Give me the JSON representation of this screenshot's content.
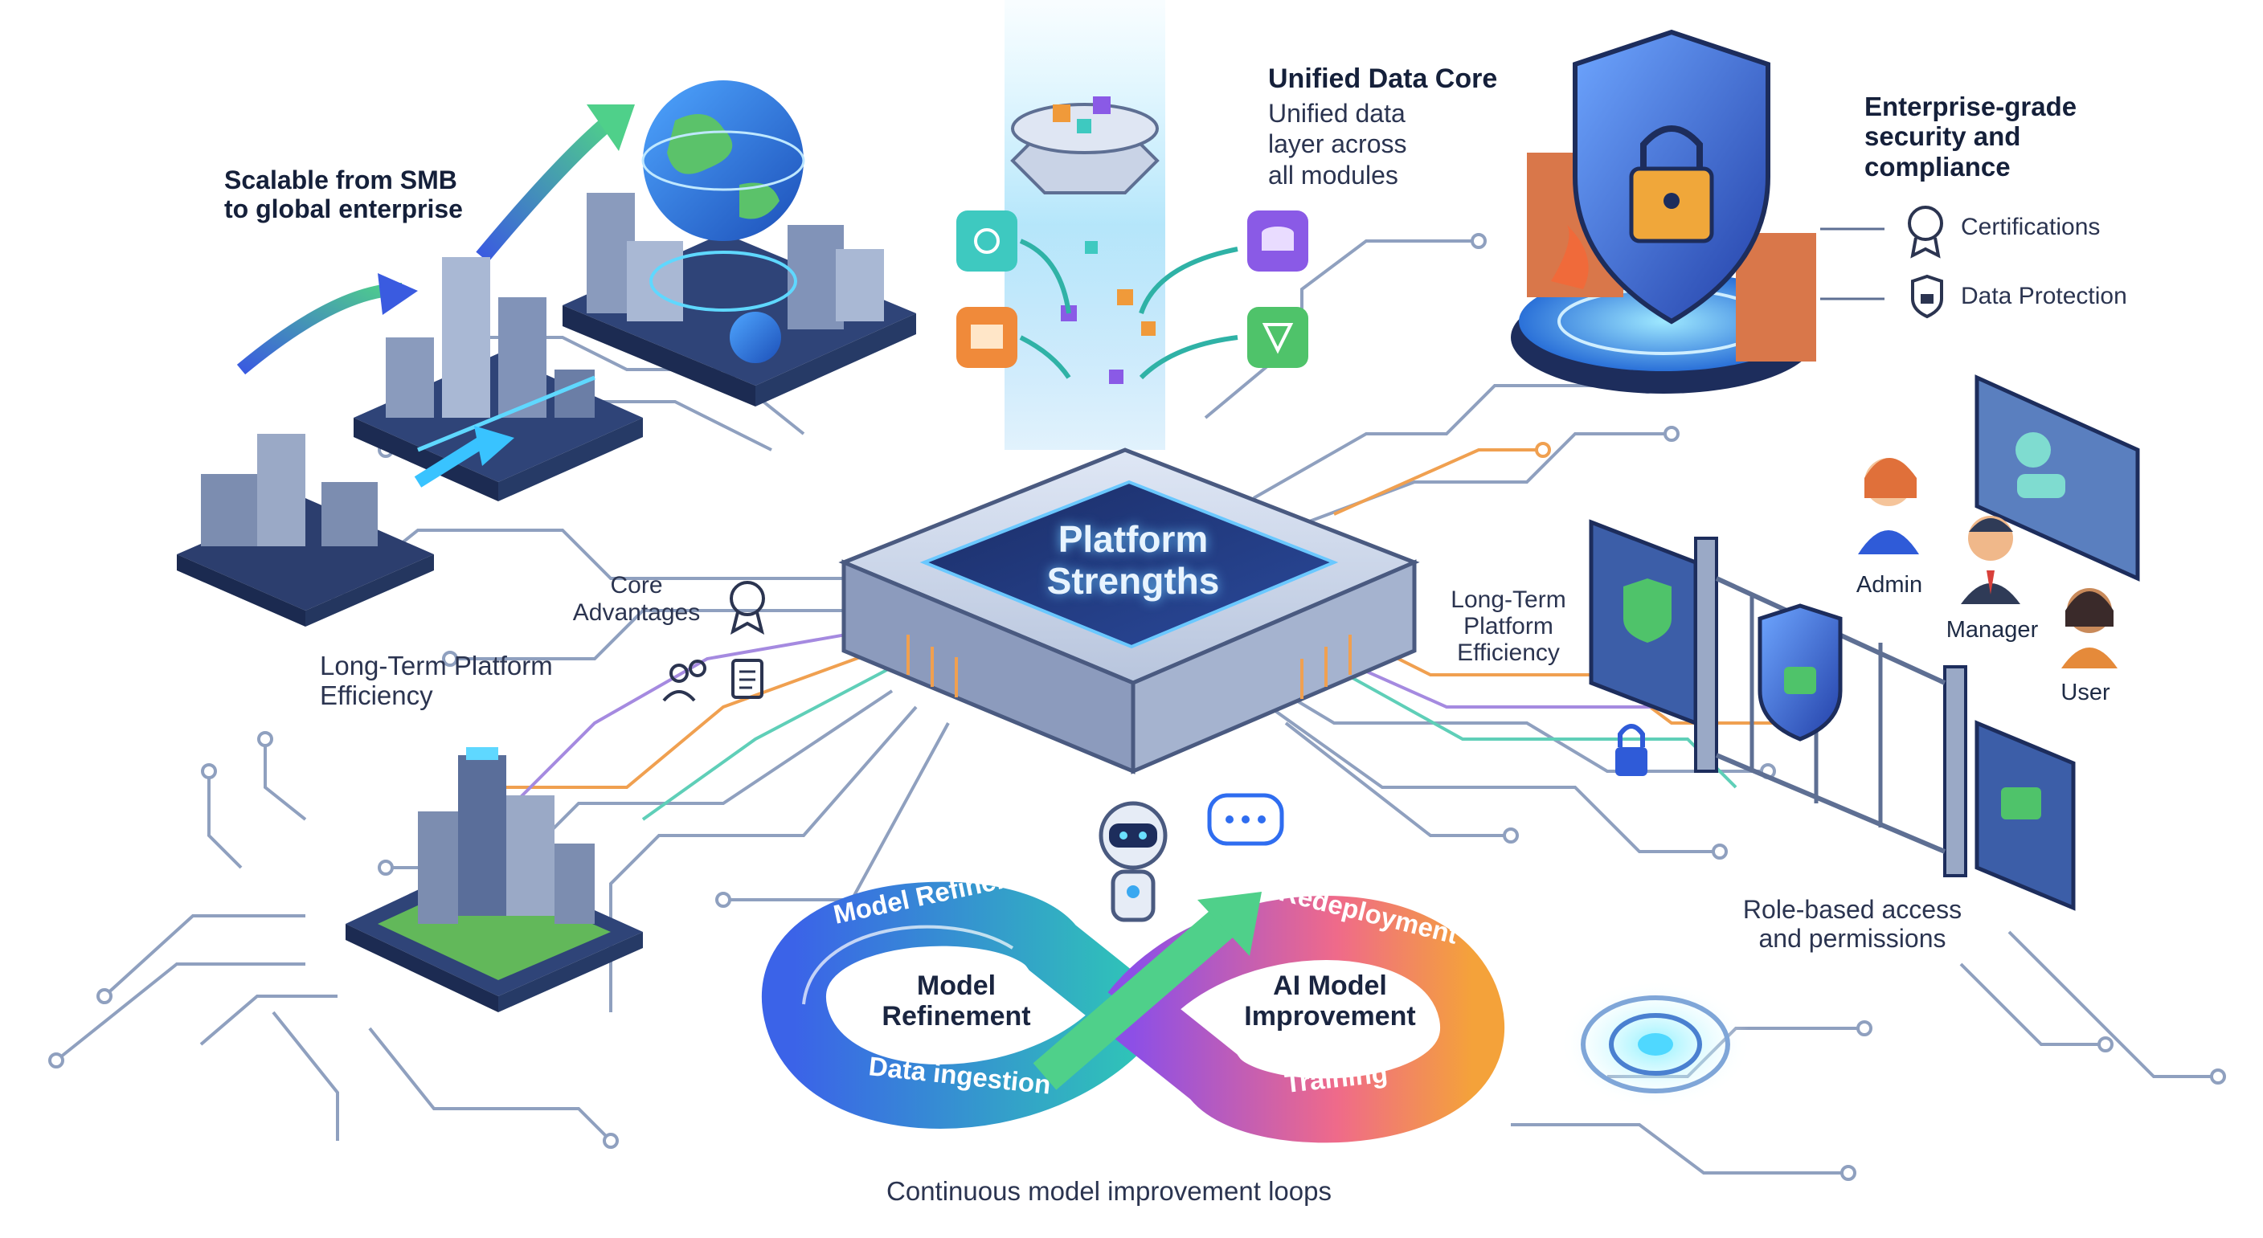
{
  "hub": {
    "title": "Platform\nStrengths"
  },
  "data_core": {
    "title": "Unified Data Core",
    "body": "Unified data\nlayer across\nall modules"
  },
  "security": {
    "title": "Enterprise-grade\nsecurity and\ncompliance",
    "items": [
      {
        "label": "Certifications",
        "icon": "certification-badge-icon"
      },
      {
        "label": "Data Protection",
        "icon": "shield-lock-icon"
      }
    ]
  },
  "scalable": {
    "label": "Scalable from SMB\nto global enterprise"
  },
  "core_advantages": {
    "label": "Core\nAdvantages",
    "icon": "award-ribbon-icon"
  },
  "efficiency_left": {
    "label": "Long-Term Platform\nEfficiency"
  },
  "efficiency_right": {
    "label": "Long-Term\nPlatform\nEfficiency"
  },
  "roles": {
    "label": "Role-based access\nand permissions",
    "people": [
      {
        "name": "Admin",
        "color": "#e0703a"
      },
      {
        "name": "Manager",
        "color": "#2f3b57"
      },
      {
        "name": "User",
        "color": "#e58a3a"
      }
    ]
  },
  "loop": {
    "caption": "Continuous model improvement loops",
    "left_center": "Model\nRefinement",
    "right_center": "AI Model\nImprovement",
    "band_labels": [
      "Model Refinement",
      "Redeployment",
      "Data ingestion",
      "Training"
    ]
  },
  "colors": {
    "accent_blue": "#2f6df0",
    "teal": "#3ec9c0",
    "violet": "#8a4fe0",
    "orange": "#f08a3a",
    "navy": "#1d2d5c"
  }
}
